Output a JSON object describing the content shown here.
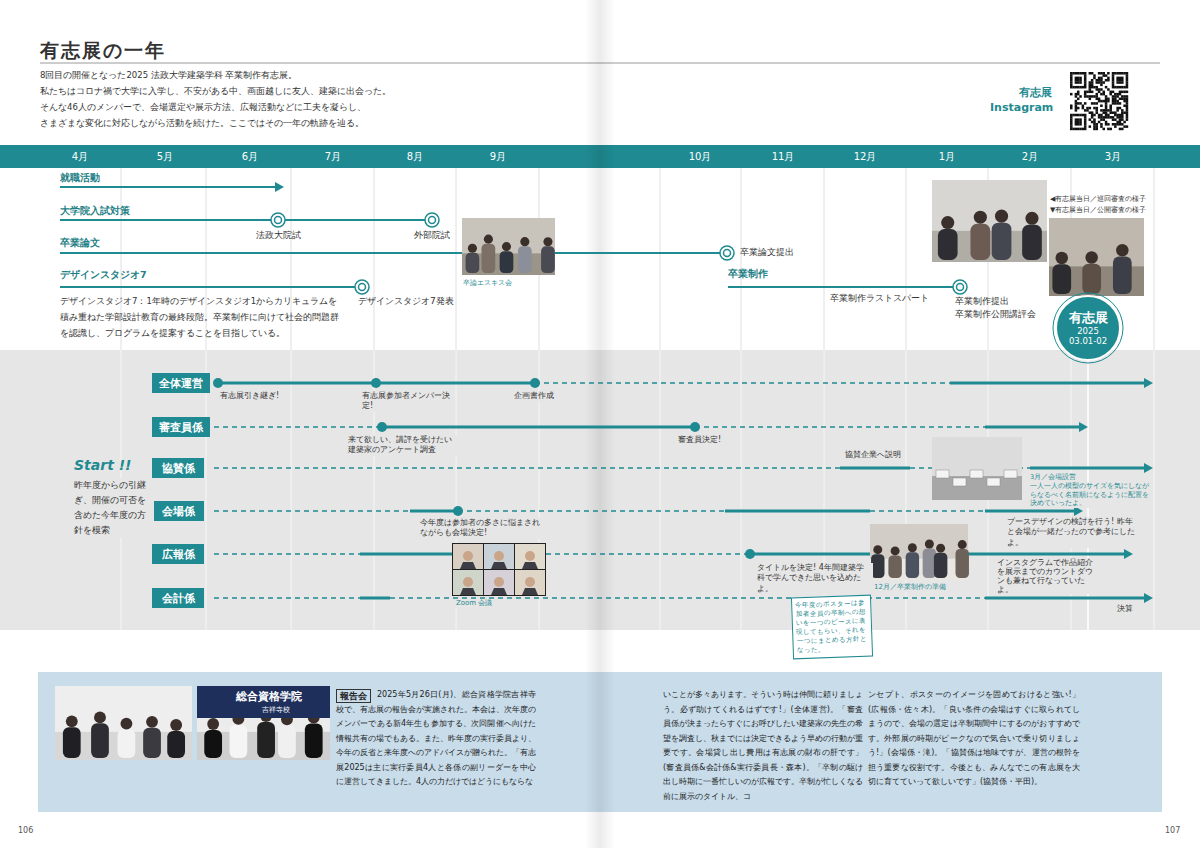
{
  "diagram": {
    "title": "有志展の一年",
    "nodes": [
      {
        "text": [
          "有志展",
          "2025 03.01-02"
        ]
      },
      {
        "text": [
          "全体運営"
        ]
      },
      {
        "text": [
          "審査員係"
        ]
      },
      {
        "text": [
          "協賛係"
        ]
      },
      {
        "text": [
          "会場係"
        ]
      },
      {
        "text": [
          "広報係"
        ]
      },
      {
        "text": [
          "会計係"
        ]
      },
      {
        "text": [
          "今年度のポスターは参加者全員の卒制への想いを一つのピースに表現してもらい、それを一つにまとめる方針となった。"
        ]
      },
      {
        "text": [
          "報告会"
        ]
      }
    ],
    "labels": [
      "8回目の開催となった2025 法政大学建築学科 卒業制作有志展。",
      "私たちはコロナ禍で大学に入学し、不安がある中、画面越しに友人、建築に出会った。",
      "そんな46人のメンバーで、会場選定や展示方法、広報活動などに工夫を凝らし、",
      "さまざまな変化に対応しながら活動を続けた。ここではその一年の軌跡を辿る。",
      "有志展",
      "Instagram",
      "4月",
      "5月",
      "6月",
      "7月",
      "8月",
      "9月",
      "10月",
      "11月",
      "12月",
      "1月",
      "2月",
      "3月",
      "就職活動",
      "大学院入試対策",
      "法政大院試",
      "外部院試",
      "卒業論文",
      "卒論エスキス会",
      "卒業論文提出",
      "デザインスタジオ7",
      "デザインスタジオ7発表",
      "デザインスタジオ7：1年時のデザインスタジオ1からカリキュラムを積み重ねた学部設計教育の最終段階。卒業制作に向けて社会的問題群を認識し、プログラムを提案することを目指している。",
      "卒業制作",
      "卒業制作ラストスパート",
      "卒業制作提出",
      "卒業制作公開講評会",
      "◀有志展当日／巡回審査の様子",
      "▼有志展当日／公開審査の様子",
      "Start !!",
      "昨年度からの引継ぎ、開催の可否を含めた今年度の方針を模索",
      "有志展引き継ぎ!",
      "有志展参加者メンバー決定!",
      "企画書作成",
      "来て欲しい、講評を受けたい建築家のアンケート調査",
      "審査員決定!",
      "協賛企業へ説明",
      "3月／会場設営",
      "一人一人の模型のサイズを気にしながらなるべく名前順になるように配置を決めていったよ。",
      "今年度は参加者の多さに悩まされながらも会場決定!",
      "ブースデザインの検討を行う! 昨年と会場が一緒だったので参考にしたよ。",
      "Zoom 会議",
      "タイトルを決定! 4年間建築学科で学んできた思いを込めたよ。",
      "12月／卒業制作の準備",
      "インスタグラムで作品紹介を展示までのカウントダウンも兼ねて行なっていたよ。",
      "決算",
      "総合資格学院",
      "吉祥寺校",
      "2025年5月26日(月)、総合資格学院吉祥寺校で、有志展の報告会が実施された。本会は、次年度のメンバーである新4年生も参加する、次回開催へ向けた情報共有の場でもある。また、昨年度の実行委員より、今年の反省と来年度へのアドバイスが贈られた。「有志展2025は主に実行委員4人と各係の副リーダーを中心に運営してきました。4人の力だけではどうにもならな",
      "いことが多々あります。そういう時は仲間に頼りましょう。必ず助けてくれるはずです!」(全体運営)。「審査員係が決まったらすぐにお呼びしたい建築家の先生の希望を調査し、秋までには決定できるよう早めの行動が重要です。会場貸し出し費用は有志展の財布の肝です」(審査員係&会計係&実行委員長・森本)。「卒制の駆け出し時期に一番忙しいのが広報です。卒制が忙しくなる前に展示のタイトル、コ",
      "ンセプト、ポスターのイメージを固めておけると強い!」(広報係・佐々木)。「良い条件の会場はすぐに取られてしまうので、会場の選定は卒制期間中にするのがおすすめです。外部展の時期がピークなので気合いで乗り切りましょう!」(会場係・滝)。「協賛係は地味ですが、運営の根幹を担う重要な役割です。今後とも、みんなでこの有志展を大切に育てていって欲しいです」(協賛係・平田)。",
      "106",
      "107"
    ]
  }
}
